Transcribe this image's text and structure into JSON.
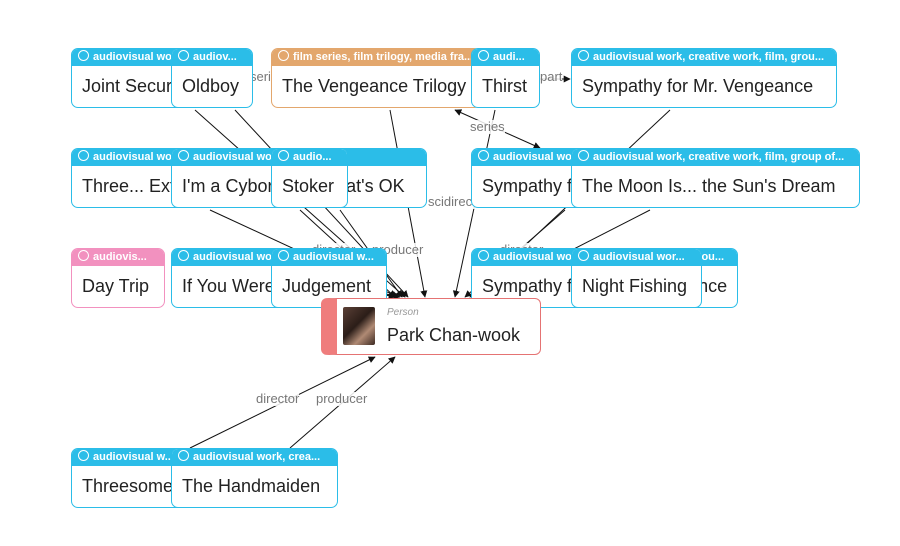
{
  "person": {
    "type": "Person",
    "name": "Park Chan-wook"
  },
  "nodes": [
    {
      "id": "joint",
      "header": "audiovisual wo...",
      "label": "Joint Security Area",
      "color": "blue"
    },
    {
      "id": "vengeance_trilogy",
      "header": "film series, film trilogy, media fra...",
      "label": "The Vengeance Trilogy",
      "color": "orange"
    },
    {
      "id": "sympathy_mr",
      "header": "audiovisual work, creative work, film, grou...",
      "label": "Sympathy for Mr. Vengeance",
      "color": "blue"
    },
    {
      "id": "oldboy",
      "header": "audiov...",
      "label": "Oldboy",
      "color": "blue"
    },
    {
      "id": "thirst",
      "header": "audi...",
      "label": "Thirst",
      "color": "blue"
    },
    {
      "id": "three_extremes",
      "header": "audiovisual wo...",
      "label": "Three... Extremes",
      "color": "blue"
    },
    {
      "id": "cyborg",
      "header": "audiovisual work, film, gr...",
      "label": "I'm a Cyborg, But That's OK",
      "color": "blue"
    },
    {
      "id": "stoker",
      "header": "audio...",
      "label": "Stoker",
      "color": "blue"
    },
    {
      "id": "sympathy_lady",
      "header": "audiovisual wo...",
      "label": "Sympathy for Lady Vengeance",
      "color": "blue"
    },
    {
      "id": "moon",
      "header": "audiovisual work, creative work, film, group of...",
      "label": "The Moon Is... the Sun's Dream",
      "color": "blue"
    },
    {
      "id": "daytrip",
      "header": "audiovis...",
      "label": "Day Trip",
      "color": "pink"
    },
    {
      "id": "if_you",
      "header": "audiovisual wo...",
      "label": "If You Were Me",
      "color": "blue"
    },
    {
      "id": "judgement",
      "header": "audiovisual w...",
      "label": "Judgement",
      "color": "blue"
    },
    {
      "id": "sympathy3",
      "header": "audiovisual work, creative work, film, grou...",
      "label": "Sympathy for Lady Vengeance",
      "color": "blue"
    },
    {
      "id": "night_fishing",
      "header": "audiovisual wor...",
      "label": "Night Fishing",
      "color": "blue"
    },
    {
      "id": "threesome",
      "header": "audiovisual w...",
      "label": "Threesome",
      "color": "blue"
    },
    {
      "id": "handmaiden",
      "header": "audiovisual work, crea...",
      "label": "The Handmaiden",
      "color": "blue"
    }
  ],
  "edge_labels": [
    "series",
    "part",
    "series",
    "scidirector",
    "director",
    "director",
    "producer",
    "director",
    "director",
    "director",
    "producer"
  ]
}
